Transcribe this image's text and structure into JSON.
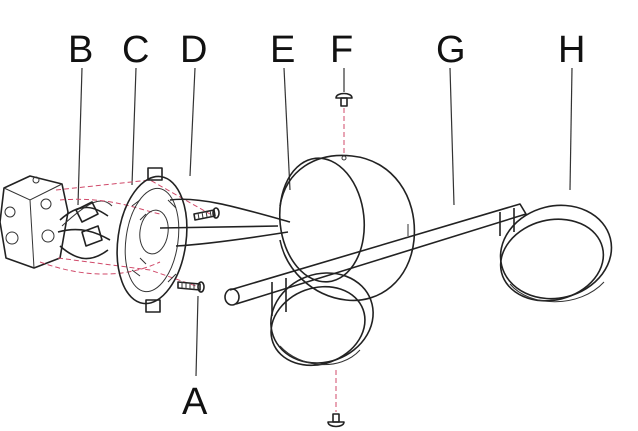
{
  "figure": {
    "labels": [
      {
        "id": "A",
        "text": "A"
      },
      {
        "id": "B",
        "text": "B"
      },
      {
        "id": "C",
        "text": "C"
      },
      {
        "id": "D",
        "text": "D"
      },
      {
        "id": "E",
        "text": "E"
      },
      {
        "id": "F",
        "text": "F"
      },
      {
        "id": "G",
        "text": "G"
      },
      {
        "id": "H",
        "text": "H"
      }
    ]
  },
  "colors": {
    "line": "#222222",
    "wire": "#d04a6a",
    "background": "#ffffff"
  }
}
